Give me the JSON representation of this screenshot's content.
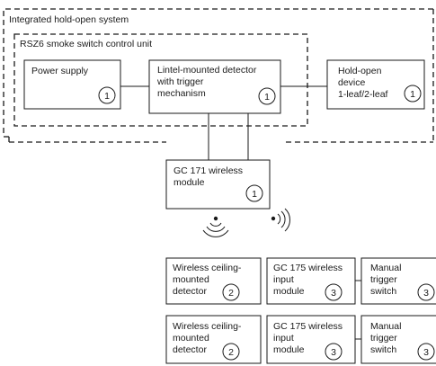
{
  "frames": {
    "outer_title": "Integrated hold-open system",
    "inner_title": "RSZ6 smoke switch control unit"
  },
  "boxes": {
    "power_supply": {
      "lines": [
        "Power supply"
      ],
      "badge": "1"
    },
    "lintel_detector": {
      "lines": [
        "Lintel-mounted detector",
        "with trigger",
        "mechanism"
      ],
      "badge": "1"
    },
    "hold_open": {
      "lines": [
        "Hold-open",
        "device",
        "1-leaf/2-leaf"
      ],
      "badge": "1"
    },
    "gc171": {
      "lines": [
        "GC 171 wireless",
        "module"
      ],
      "badge": "1"
    },
    "ceiling_detector_1": {
      "lines": [
        "Wireless ceiling-",
        "mounted",
        "detector"
      ],
      "badge": "2"
    },
    "gc175_1": {
      "lines": [
        "GC 175 wireless",
        "input",
        "module"
      ],
      "badge": "3"
    },
    "manual_switch_1": {
      "lines": [
        "Manual",
        "trigger",
        "switch"
      ],
      "badge": "3"
    },
    "ceiling_detector_2": {
      "lines": [
        "Wireless ceiling-",
        "mounted",
        "detector"
      ],
      "badge": "2"
    },
    "gc175_2": {
      "lines": [
        "GC 175 wireless",
        "input",
        "module"
      ],
      "badge": "3"
    },
    "manual_switch_2": {
      "lines": [
        "Manual",
        "trigger",
        "switch"
      ],
      "badge": "3"
    }
  },
  "icons": [
    "wireless-signal-icon",
    "wireless-signal-icon"
  ]
}
